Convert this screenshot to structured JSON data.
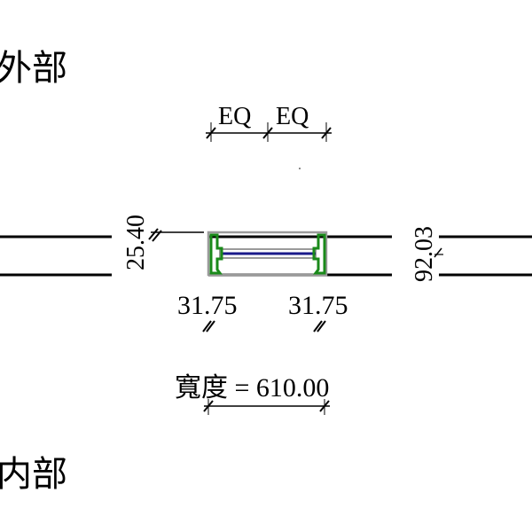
{
  "labels": {
    "exterior": "外部",
    "interior": "内部",
    "eq_left": "EQ",
    "eq_right": "EQ",
    "dim_left_vertical": "25.40",
    "dim_right_vertical": "92.03",
    "offset_left": "31.75",
    "offset_right": "31.75",
    "width": "寬度 = 610.00"
  },
  "colors": {
    "line": "#000000",
    "frame": "#9a9a9a",
    "profile": "#1a8a1a",
    "glass": "#1a1a8a"
  }
}
